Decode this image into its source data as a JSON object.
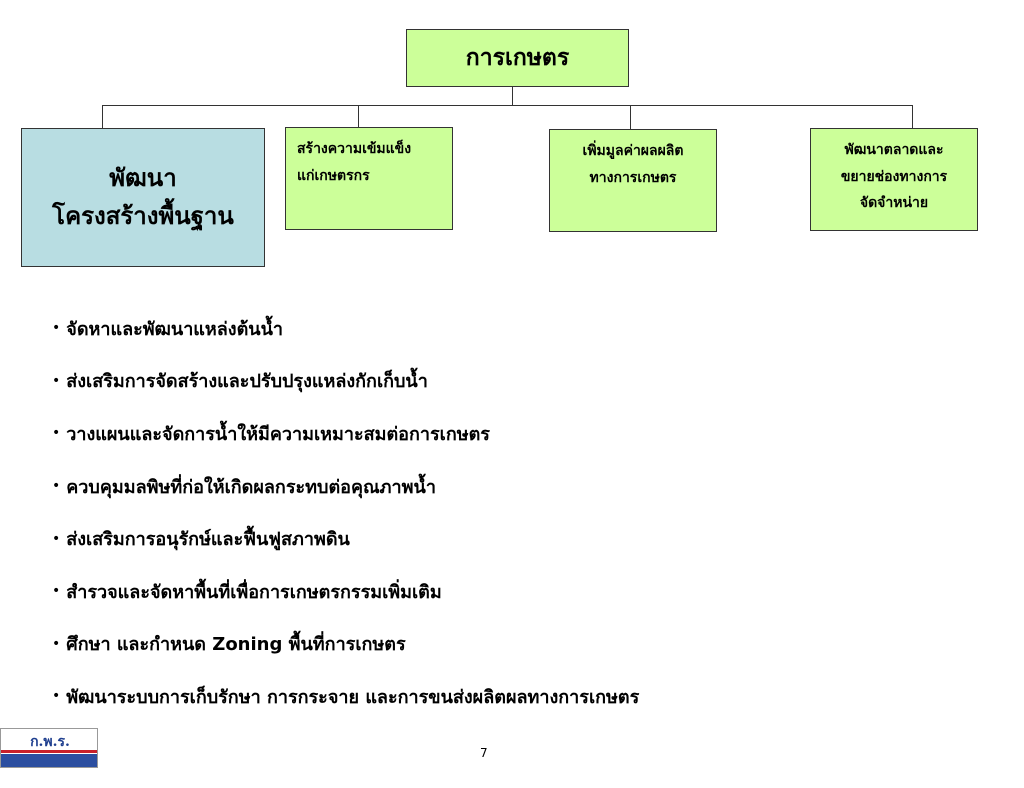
{
  "diagram": {
    "root": "การเกษตร",
    "branches": [
      {
        "lines": [
          "พัฒนา",
          "โครงสร้างพื้นฐาน"
        ]
      },
      {
        "lines": [
          "สร้างความเข้มแข็ง",
          "แก่เกษตรกร"
        ]
      },
      {
        "lines": [
          "เพิ่มมูลค่าผลผลิต",
          "ทางการเกษตร"
        ]
      },
      {
        "lines": [
          "พัฒนาตลาดและ",
          "ขยายช่องทางการ",
          "จัดจำหน่าย"
        ]
      }
    ]
  },
  "bullets": [
    "จัดหาและพัฒนาแหล่งต้นน้ำ",
    "ส่งเสริมการจัดสร้างและปรับปรุงแหล่งกักเก็บน้ำ",
    "วางแผนและจัดการน้ำให้มีความเหมาะสมต่อการเกษตร",
    "ควบคุมมลพิษที่ก่อให้เกิดผลกระทบต่อคุณภาพน้ำ",
    "ส่งเสริมการอนุรักษ์และฟื้นฟูสภาพดิน",
    "สำรวจและจัดหาพื้นที่เพื่อการเกษตรกรรมเพิ่มเติม",
    "ศึกษา และกำหนด Zoning พื้นที่การเกษตร",
    "พัฒนาระบบการเก็บรักษา การกระจาย และการขนส่งผลิตผลทางการเกษตร"
  ],
  "bullet_marker": "•",
  "page_number": "7",
  "logo": {
    "text": "ก.พ.ร.",
    "subtitle": "สำนักงานคณะกรรมการพัฒนาระบบราชการ"
  },
  "colors": {
    "box_green": "#ccff99",
    "box_blue": "#b8dde2",
    "logo_blue": "#2b4ea0",
    "logo_red": "#c8202a"
  }
}
